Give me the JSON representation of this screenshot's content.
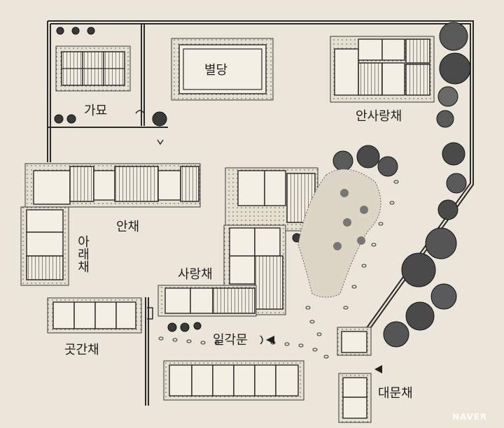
{
  "labels": {
    "gamyo": "가묘",
    "byeoldang": "별당",
    "ansarangchae": "안사랑채",
    "anchae": "안채",
    "araechae": "아래채",
    "sarangchae": "사랑채",
    "gotganchae": "곳간채",
    "ilgakmun": "일각문",
    "daemunchae": "대문채"
  },
  "watermark": "NAVER",
  "colors": {
    "background": "#ebe6d9",
    "ink": "#2a2a2a"
  }
}
